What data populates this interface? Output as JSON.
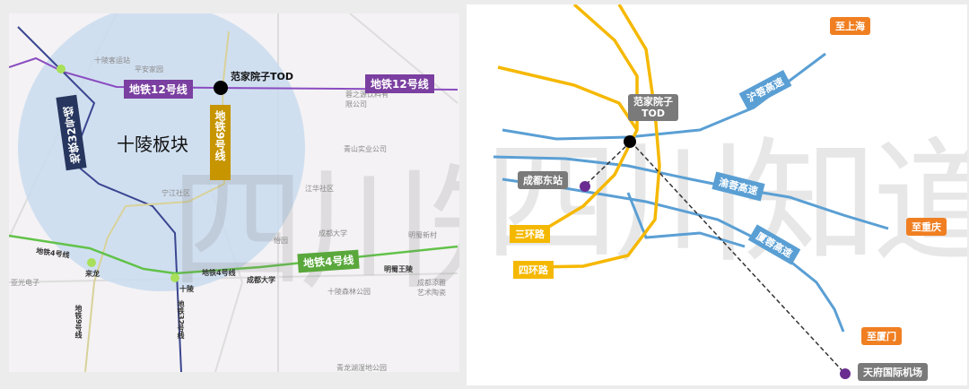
{
  "watermark": "四川知道",
  "left_map": {
    "area_label": "十陵板块",
    "tod_label": "范家院子TOD",
    "lines": {
      "line12_a": "地铁12号线",
      "line12_b": "地铁12号线",
      "line32": "地铁32号线",
      "line9": "地铁9号线",
      "line4": "地铁4号线",
      "line4_small_a": "地铁4号线",
      "line4_small_b": "地铁4号线",
      "line9_small": "地铁9号线",
      "line32_small": "地铁32号线"
    },
    "stations": [
      "来龙",
      "十陵",
      "成都大学",
      "明蜀王陵"
    ],
    "pois": [
      "十陵客运站",
      "平安家园",
      "蓉之源饮料有限公司",
      "青山实业公司",
      "江华社区",
      "宁江社区",
      "怡园",
      "成都大学",
      "明蜀新村",
      "亚光电子",
      "十陵森林公园",
      "成都添雅艺术陶瓷",
      "青龙湖湿地公园"
    ],
    "colors": {
      "line12": "#7a3fa0",
      "line32": "#2c3a6b",
      "line9": "#c8a000",
      "line4": "#5aa83c",
      "circle": "#c9dcef"
    }
  },
  "right_map": {
    "tod_label_line1": "范家院子",
    "tod_label_line2": "TOD",
    "east_station": "成都东站",
    "highways": [
      "沪蓉高速",
      "渝蓉高速",
      "厦蓉高速"
    ],
    "ring_roads": [
      "三环路",
      "四环路"
    ],
    "destinations": [
      "至上海",
      "至重庆",
      "至厦门"
    ],
    "airport": "天府国际机场",
    "colors": {
      "highway": "#5a9fd4",
      "ring": "#f5b800",
      "destination": "#f07f22",
      "tag": "#7a7a7a",
      "dot": "#6a2c91"
    }
  }
}
